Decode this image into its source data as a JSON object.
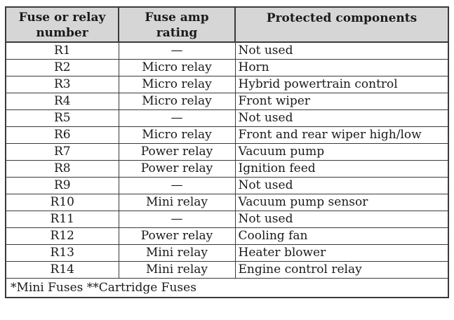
{
  "table": {
    "headers": {
      "number_line1": "Fuse or relay",
      "number_line2": "number",
      "rating_line1": "Fuse amp",
      "rating_line2": "rating",
      "components": "Protected components"
    },
    "rows": [
      {
        "number": "R1",
        "rating": "—",
        "component": "Not used"
      },
      {
        "number": "R2",
        "rating": "Micro relay",
        "component": "Horn"
      },
      {
        "number": "R3",
        "rating": "Micro relay",
        "component": "Hybrid powertrain control"
      },
      {
        "number": "R4",
        "rating": "Micro relay",
        "component": "Front wiper"
      },
      {
        "number": "R5",
        "rating": "—",
        "component": "Not used"
      },
      {
        "number": "R6",
        "rating": "Micro relay",
        "component": "Front and rear wiper high/low"
      },
      {
        "number": "R7",
        "rating": "Power relay",
        "component": "Vacuum pump"
      },
      {
        "number": "R8",
        "rating": "Power relay",
        "component": "Ignition feed"
      },
      {
        "number": "R9",
        "rating": "—",
        "component": "Not used"
      },
      {
        "number": "R10",
        "rating": "Mini relay",
        "component": "Vacuum pump sensor"
      },
      {
        "number": "R11",
        "rating": "—",
        "component": "Not used"
      },
      {
        "number": "R12",
        "rating": "Power relay",
        "component": "Cooling fan"
      },
      {
        "number": "R13",
        "rating": "Mini relay",
        "component": "Heater blower"
      },
      {
        "number": "R14",
        "rating": "Mini relay",
        "component": "Engine control relay"
      }
    ],
    "footnote": "*Mini Fuses **Cartridge Fuses"
  }
}
